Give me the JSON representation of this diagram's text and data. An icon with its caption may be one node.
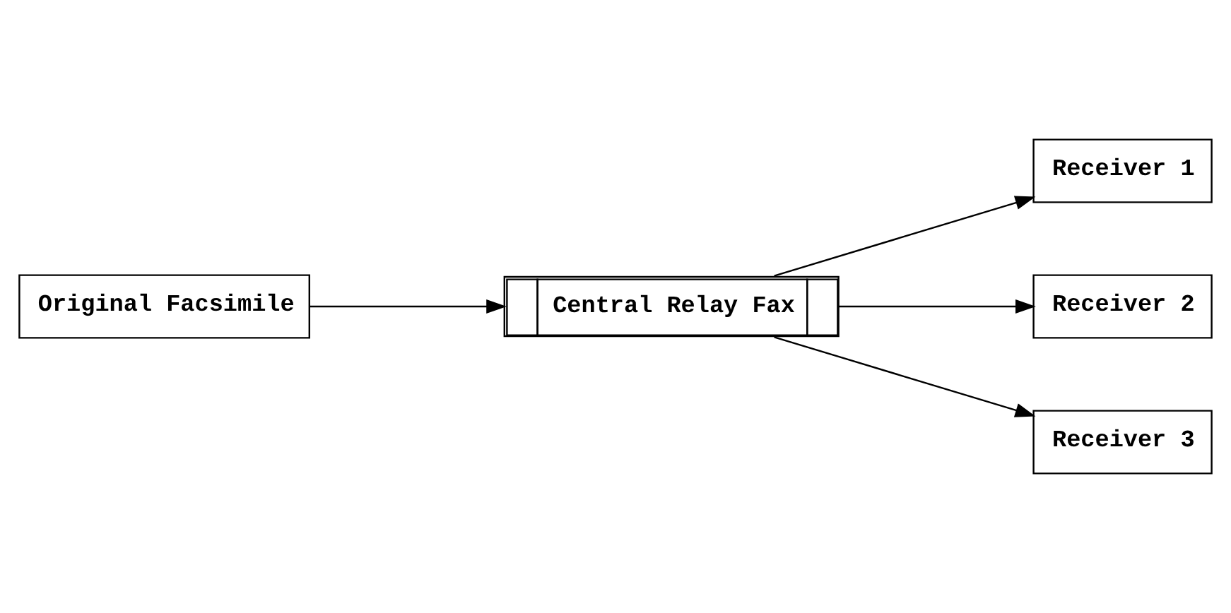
{
  "diagram": {
    "nodes": [
      {
        "text": [
          "Original Facsimile"
        ]
      },
      {
        "text": [
          "Central Relay Fax"
        ]
      },
      {
        "text": [
          "Receiver 1"
        ]
      },
      {
        "text": [
          "Receiver 2"
        ]
      },
      {
        "text": [
          "Receiver 3"
        ]
      }
    ],
    "edges": [
      {
        "from": 0,
        "to": 1,
        "arrow": "to"
      },
      {
        "from": 1,
        "to": 2,
        "arrow": "to"
      },
      {
        "from": 1,
        "to": 3,
        "arrow": "to"
      },
      {
        "from": 1,
        "to": 4,
        "arrow": "to"
      }
    ]
  }
}
